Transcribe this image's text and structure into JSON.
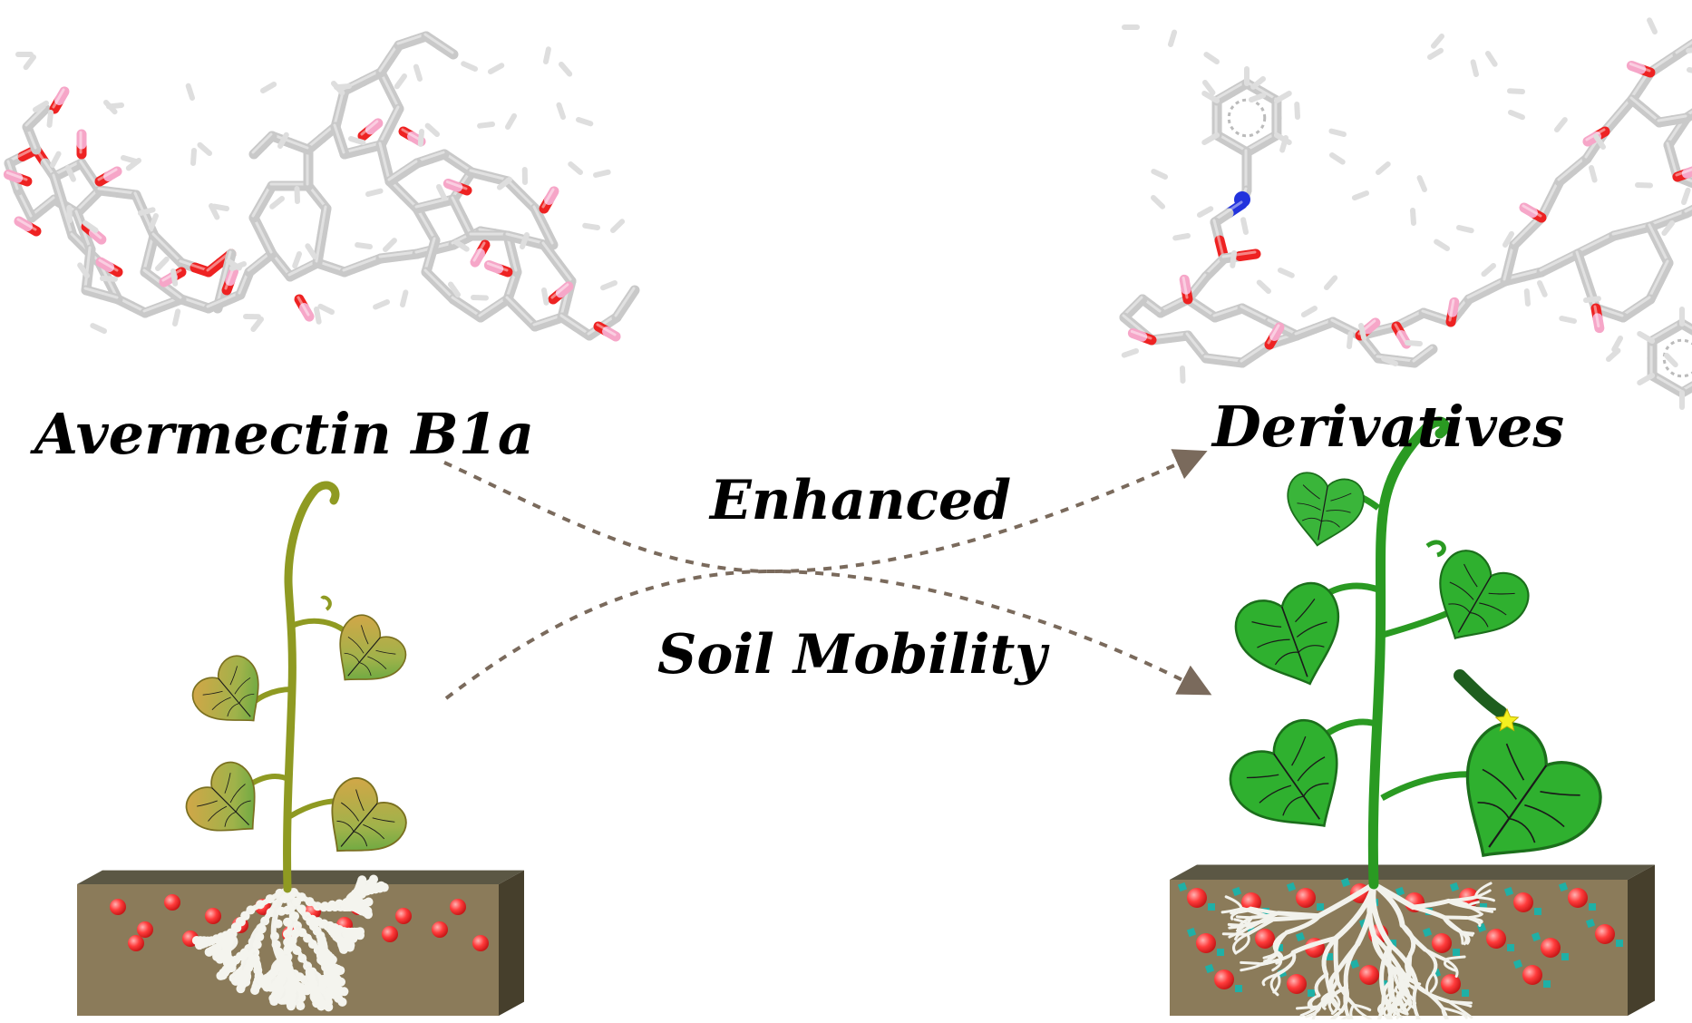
{
  "labels": {
    "left_molecule": "Avermectin B1a",
    "right_molecule": "Derivatives",
    "center_top": "Enhanced",
    "center_bottom": "Soil Mobility"
  },
  "colors": {
    "bond": "#c9c9c9",
    "oxygen": "#ee2222",
    "hydrogen_oh": "#f6a6c8",
    "nitrogen": "#2233dd",
    "arrow": "#7a6a5c",
    "soil_front": "#8b7b5a",
    "soil_top": "#5b5744",
    "soil_side": "#463f2c",
    "healthy_leaf": "#2fb02f",
    "stressed_leaf": "#c9a646",
    "stem_healthy": "#2a9a22",
    "stem_stressed": "#8f9a22",
    "particle": "#ff3333",
    "tag": "#1fb0a6"
  }
}
